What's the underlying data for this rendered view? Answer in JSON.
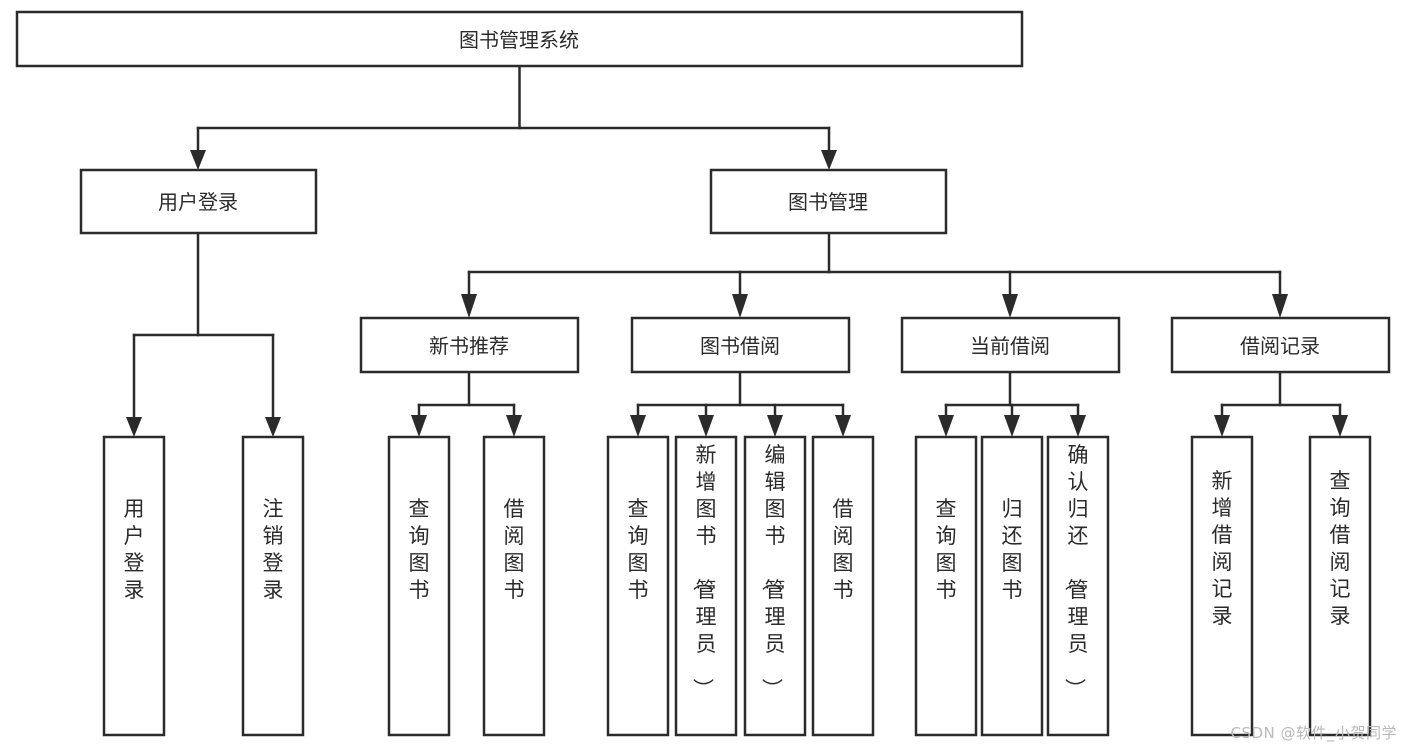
{
  "diagram": {
    "type": "tree",
    "title": "图书管理系统",
    "watermark": "CSDN @软件_小贺同学",
    "colors": {
      "stroke": "#2b2b2b",
      "fill": "#ffffff",
      "background": "#ffffff",
      "watermark": "#b9b9b9"
    },
    "nodes": {
      "root": {
        "label": "图书管理系统"
      },
      "level2": [
        {
          "id": "user-login",
          "label": "用户登录"
        },
        {
          "id": "book-manage",
          "label": "图书管理"
        }
      ],
      "level3": [
        {
          "id": "new-book-rec",
          "label": "新书推荐"
        },
        {
          "id": "book-borrow",
          "label": "图书借阅"
        },
        {
          "id": "current-borrow",
          "label": "当前借阅"
        },
        {
          "id": "borrow-record",
          "label": "借阅记录"
        }
      ],
      "leaves": {
        "user_login": [
          {
            "id": "leaf-user-login",
            "label": "用户登录"
          },
          {
            "id": "leaf-logout-login",
            "label": "注销登录"
          }
        ],
        "new_book_rec": [
          {
            "id": "leaf-query-book-1",
            "label": "查询图书"
          },
          {
            "id": "leaf-borrow-book-1",
            "label": "借阅图书"
          }
        ],
        "book_borrow": [
          {
            "id": "leaf-query-book-2",
            "label": "查询图书"
          },
          {
            "id": "leaf-add-book",
            "label": "新增图书（管理员）"
          },
          {
            "id": "leaf-edit-book",
            "label": "编辑图书（管理员）"
          },
          {
            "id": "leaf-borrow-book-2",
            "label": "借阅图书"
          }
        ],
        "current_borrow": [
          {
            "id": "leaf-query-book-3",
            "label": "查询图书"
          },
          {
            "id": "leaf-return-book",
            "label": "归还图书"
          },
          {
            "id": "leaf-confirm-return",
            "label": "确认归还（管理员）"
          }
        ],
        "borrow_record": [
          {
            "id": "leaf-add-record",
            "label": "新增借阅记录"
          },
          {
            "id": "leaf-query-record",
            "label": "查询借阅记录"
          }
        ]
      }
    }
  }
}
